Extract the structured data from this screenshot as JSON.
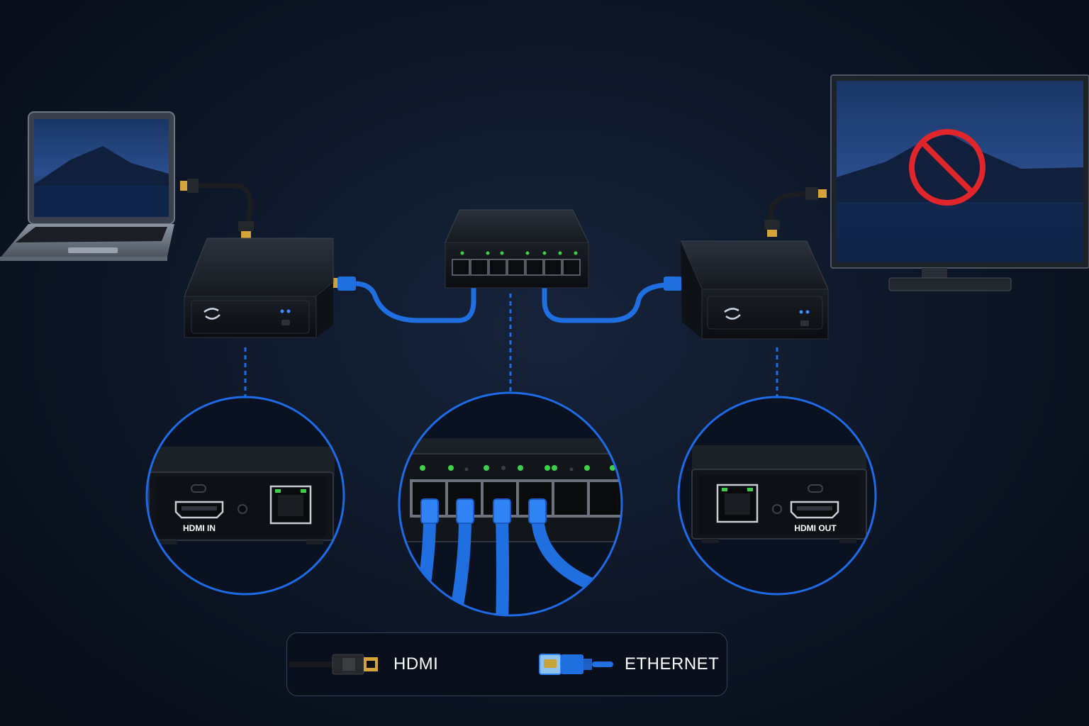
{
  "ports": {
    "hdmi_in_label": "HDMI IN",
    "hdmi_out_label": "HDMI OUT"
  },
  "legend": {
    "hdmi_label": "HDMI",
    "ethernet_label": "ETHERNET"
  },
  "colors": {
    "background": "#0d1626",
    "ethernet_blue": "#1f6fe0",
    "callout_blue": "#1d6be6",
    "led_green": "#3bd14a",
    "led_blue": "#3f8cff",
    "no_signal_red": "#e0262b",
    "hdmi_gold": "#d4a33a"
  },
  "icons": {
    "source": "laptop-icon",
    "display": "monitor-icon",
    "no_signal": "prohibited-icon",
    "switch": "network-switch-icon",
    "transmitter": "hdmi-extender-transmitter",
    "receiver": "hdmi-extender-receiver"
  }
}
